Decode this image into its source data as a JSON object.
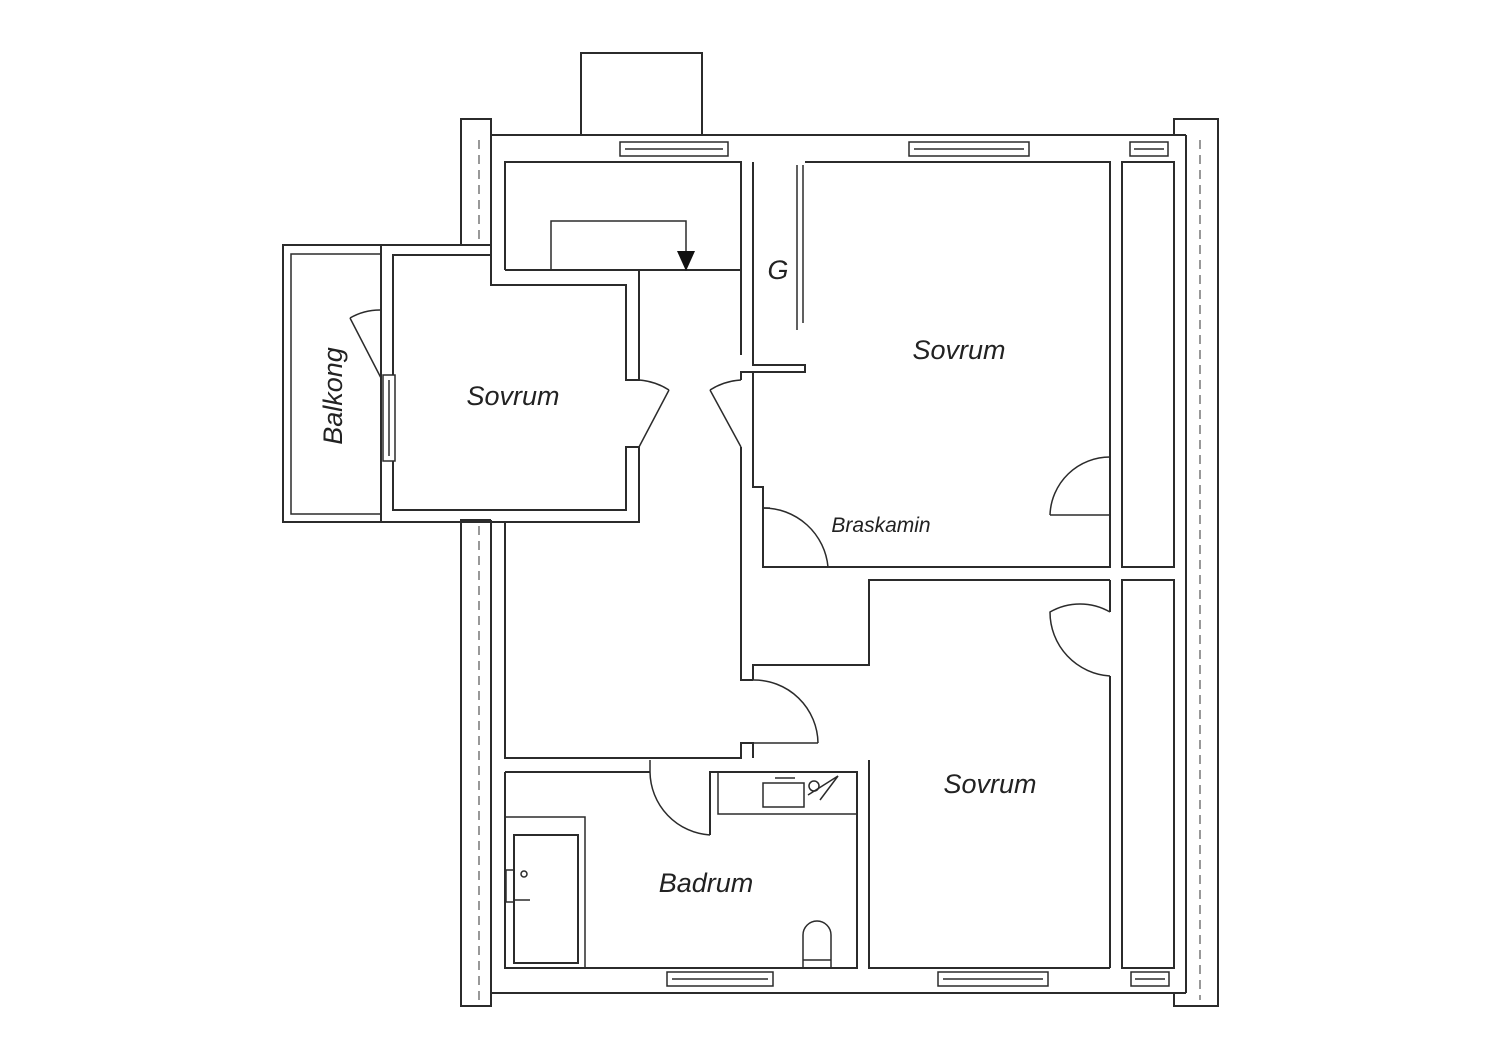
{
  "rooms": {
    "bedroom_left": "Sovrum",
    "bedroom_top_right": "Sovrum",
    "bedroom_bottom_right": "Sovrum",
    "bathroom": "Badrum",
    "balcony": "Balkong",
    "wardrobe": "G",
    "fireplace": "Braskamin"
  }
}
